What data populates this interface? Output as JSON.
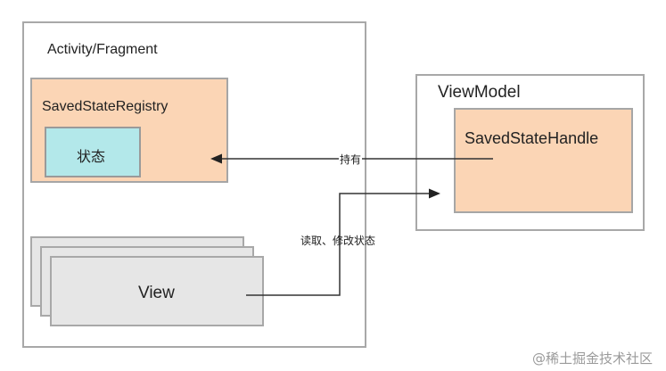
{
  "diagram": {
    "activity_label": "Activity/Fragment",
    "registry_label": "SavedStateRegistry",
    "state_label": "状态",
    "view_label": "View",
    "viewmodel_label": "ViewModel",
    "handle_label": "SavedStateHandle",
    "hold_label": "持有",
    "read_write_label": "读取、修改状态"
  },
  "watermark": "@稀土掘金技术社区"
}
